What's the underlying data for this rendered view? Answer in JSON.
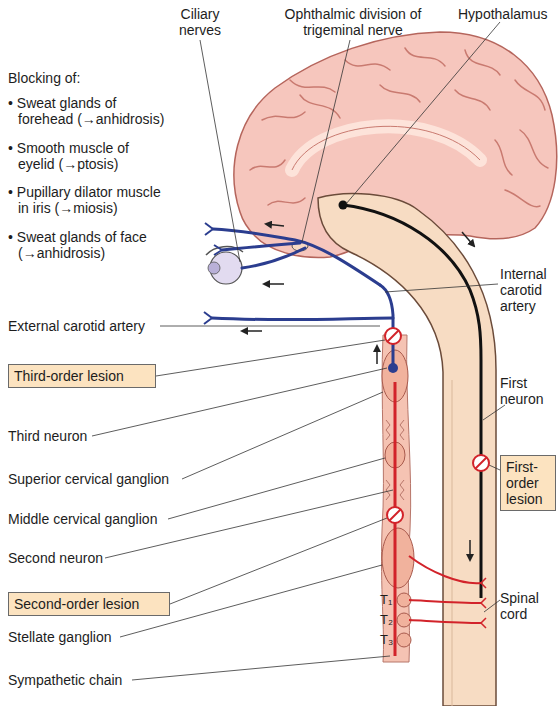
{
  "diagram": {
    "nodes": [
      {
        "text": [
          "Third-order lesion"
        ]
      },
      {
        "text": [
          "First-order lesion"
        ]
      },
      {
        "text": [
          "Second-order lesion"
        ]
      }
    ],
    "labels": [
      "Ciliary nerves",
      "Ophthalmic division of trigeminal nerve",
      "Hypothalamus",
      "Blocking of:",
      "• Sweat glands of forehead (→anhidrosis)",
      "• Smooth muscle of eyelid (→ptosis)",
      "• Pupillary dilator muscle in iris (→miosis)",
      "• Sweat glands of face (→anhidrosis)",
      "Internal carotid artery",
      "External carotid artery",
      "First neuron",
      "Third neuron",
      "Superior cervical ganglion",
      "Middle cervical ganglion",
      "Second neuron",
      "T₁",
      "T₂",
      "T₃",
      "Spinal cord",
      "Stellate ganglion",
      "Sympathetic chain"
    ]
  }
}
